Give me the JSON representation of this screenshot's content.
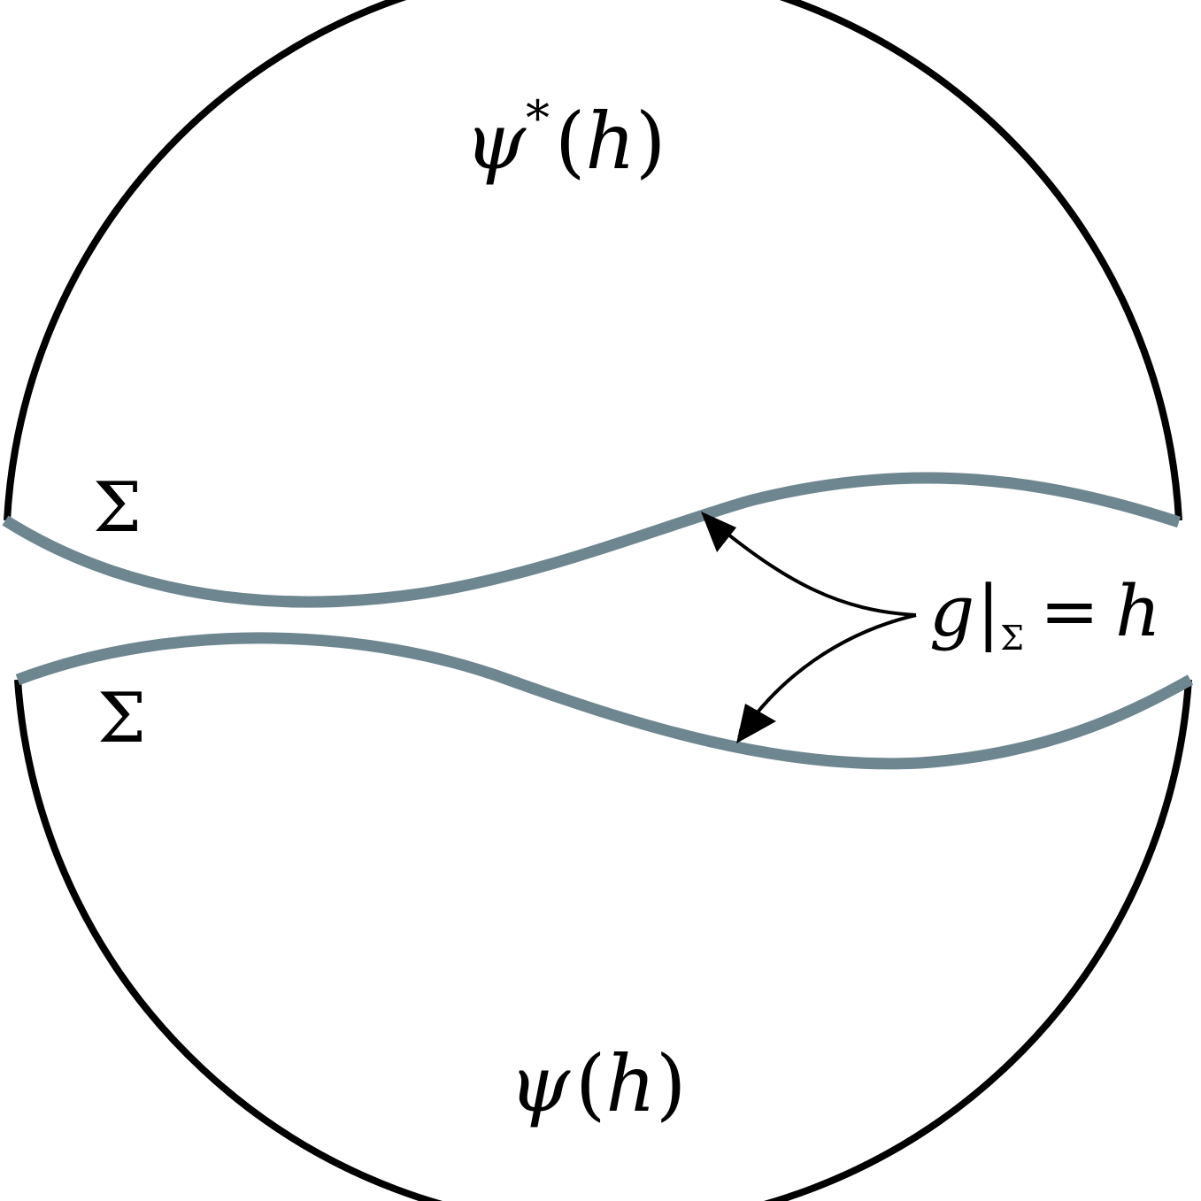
{
  "labels": {
    "upper_state": {
      "psi": "ψ",
      "star": "*",
      "open": "(",
      "arg": "h",
      "close": ")"
    },
    "lower_state": {
      "psi": "ψ",
      "open": "(",
      "arg": "h",
      "close": ")"
    },
    "upper_surface": "Σ",
    "lower_surface": "Σ",
    "condition": {
      "g": "g",
      "bar": "|",
      "sub": "Σ",
      "eq": "=",
      "h": "h"
    }
  },
  "colors": {
    "outline": "#000000",
    "surface": "#6e868f",
    "background": "#ffffff"
  }
}
